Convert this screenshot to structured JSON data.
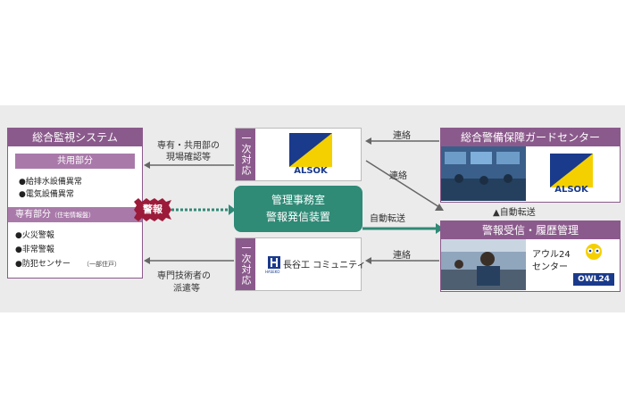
{
  "monitoring_system": {
    "title": "総合監視システム",
    "shared_header": "共用部分",
    "shared_items": [
      "●給排水設備異常",
      "●電気設備異常"
    ],
    "private_header": "専有部分",
    "private_header_note": "（住宅情報盤）",
    "private_items": [
      "●火災警報",
      "●非常警報",
      "●防犯センサー"
    ],
    "private_note": "（一部住戸）"
  },
  "alarm_badge": "警報",
  "management": {
    "line1": "管理事務室",
    "line2": "警報発信装置"
  },
  "primary_response_label": "一次対応",
  "alsok_logo": "ALSOK",
  "hasegawa_mark": "HASEKO",
  "hasegawa_logo": "長谷工 コミュニティ",
  "guard_center": {
    "title": "総合警備保障ガードセンター",
    "logo": "ALSOK"
  },
  "alarm_center": {
    "title": "警報受信・履歴管理",
    "name_line1": "アウル24",
    "name_line2": "センター",
    "logo": "OWL24"
  },
  "labels": {
    "confirm_l1": "専有・共用部の",
    "confirm_l2": "現場確認等",
    "dispatch_l1": "専門技術者の",
    "dispatch_l2": "派遣等",
    "contact": "連絡",
    "auto_transfer": "自動転送",
    "auto_transfer_up": "▲自動転送"
  },
  "colors": {
    "purple": "#8b5a8c",
    "teal": "#2f8a76",
    "alarm": "#9c1a3a",
    "alsok_blue": "#1a3a8c",
    "alsok_yellow": "#f5d000"
  }
}
